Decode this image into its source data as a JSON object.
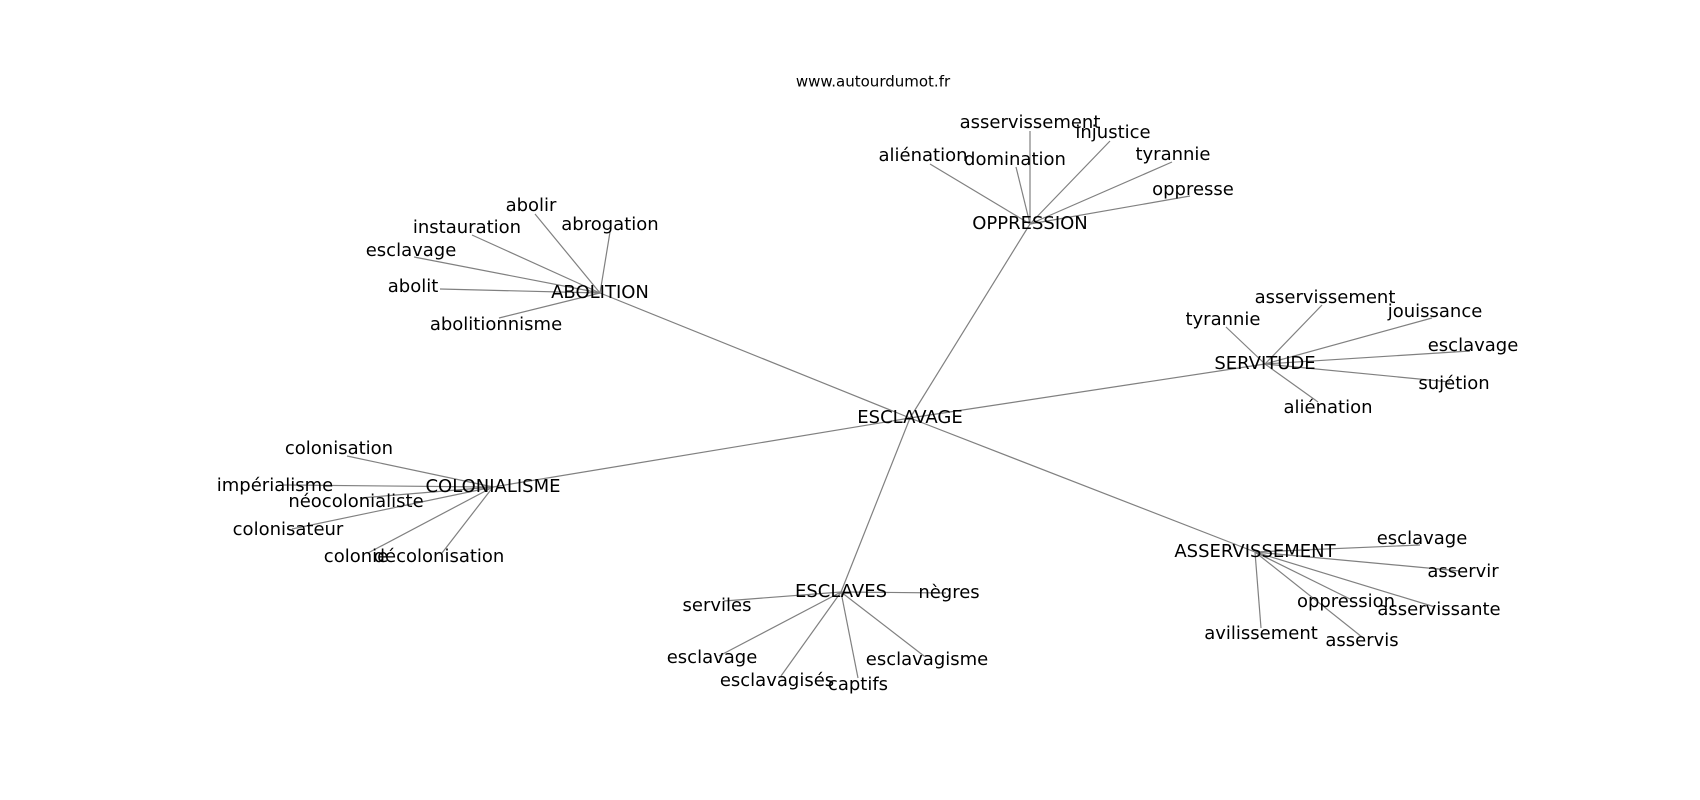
{
  "site_label": "www.autourdumot.fr",
  "colors": {
    "edge": "#808080",
    "text": "#000000",
    "background": "#ffffff"
  },
  "center": "ESCLAVAGE",
  "clusters": [
    {
      "hub": "ABOLITION",
      "leaves": [
        "abolir",
        "instauration",
        "abrogation",
        "esclavage",
        "abolit",
        "abolitionnisme"
      ]
    },
    {
      "hub": "OPPRESSION",
      "leaves": [
        "asservissement",
        "injustice",
        "aliénation",
        "domination",
        "tyrannie",
        "oppresse"
      ]
    },
    {
      "hub": "SERVITUDE",
      "leaves": [
        "asservissement",
        "tyrannie",
        "jouissance",
        "esclavage",
        "sujétion",
        "aliénation"
      ]
    },
    {
      "hub": "COLONIALISME",
      "leaves": [
        "colonisation",
        "impérialisme",
        "néocolonialiste",
        "colonisateur",
        "colonie",
        "décolonisation"
      ]
    },
    {
      "hub": "ESCLAVES",
      "leaves": [
        "serviles",
        "nègres",
        "esclavage",
        "esclavagisme",
        "esclavagisés",
        "captifs"
      ]
    },
    {
      "hub": "ASSERVISSEMENT",
      "leaves": [
        "esclavage",
        "asservir",
        "oppression",
        "asservissante",
        "avilissement",
        "asservis"
      ]
    }
  ]
}
